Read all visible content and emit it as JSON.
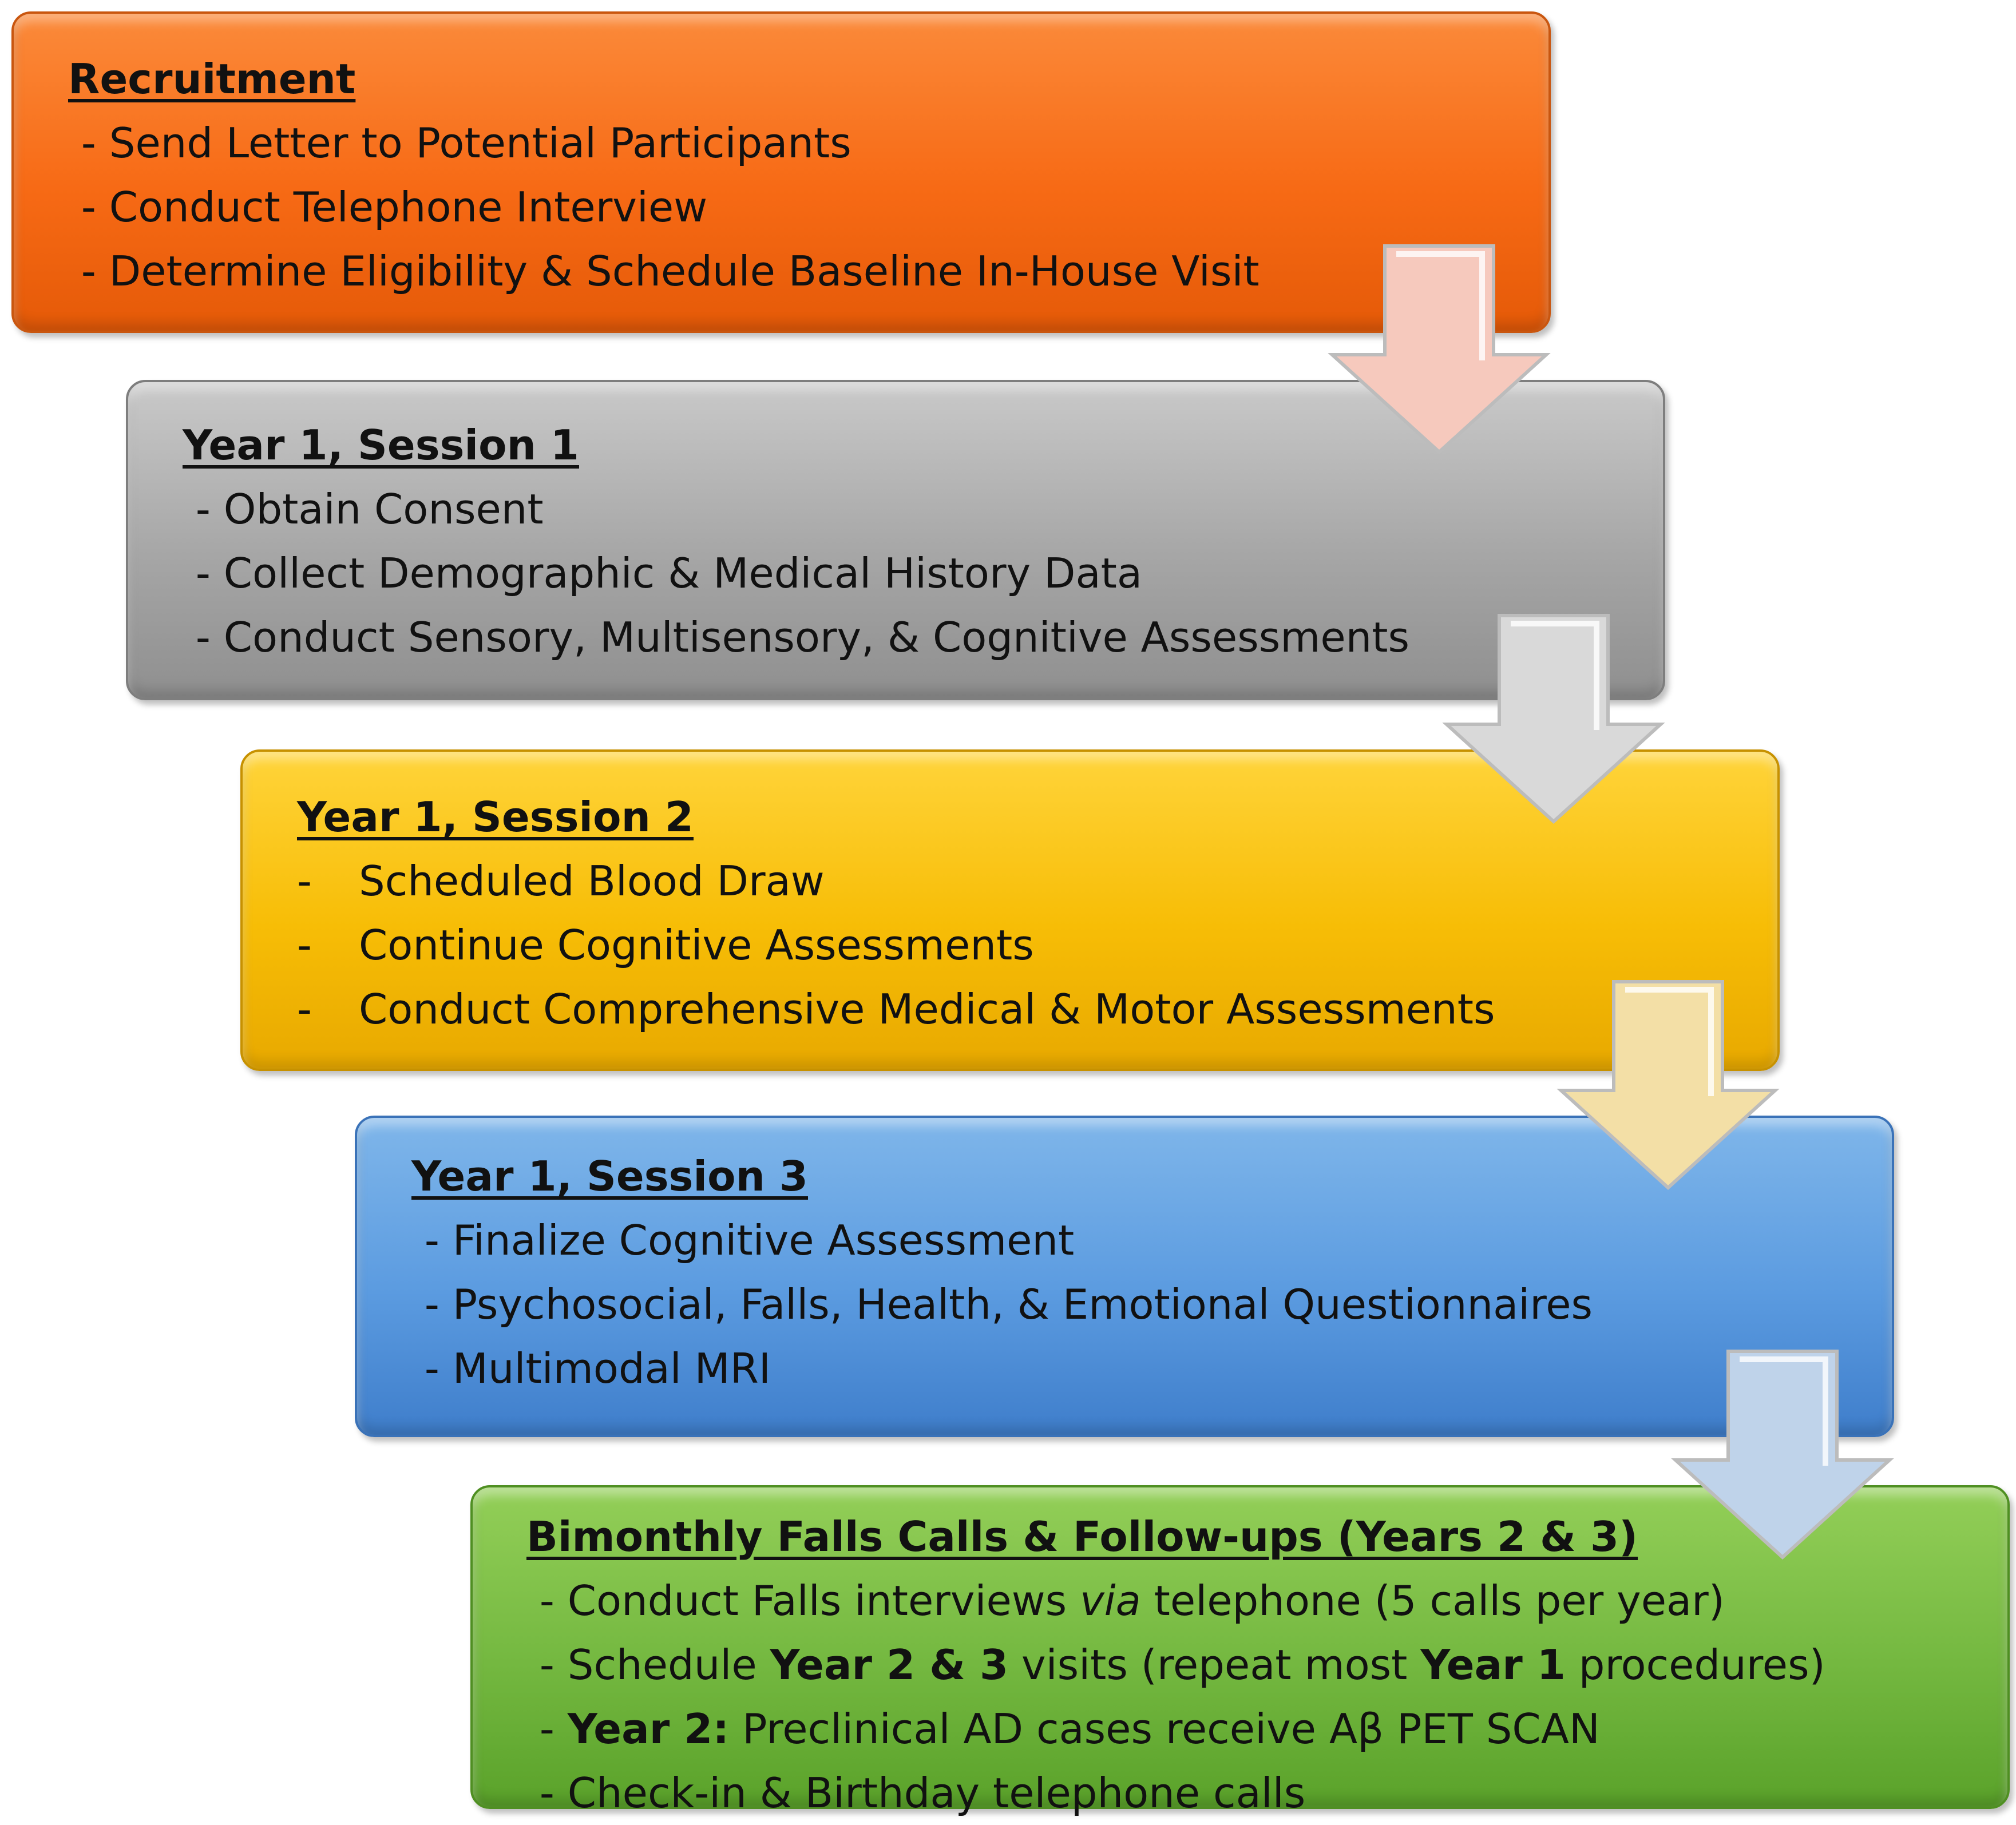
{
  "steps": [
    {
      "title": "Recruitment",
      "items": [
        {
          "dash": " - ",
          "parts": [
            {
              "t": "Send Letter to Potential Participants"
            }
          ]
        },
        {
          "dash": " - ",
          "parts": [
            {
              "t": "Conduct Telephone Interview"
            }
          ]
        },
        {
          "dash": " - ",
          "parts": [
            {
              "t": "Determine Eligibility & Schedule Baseline In-House Visit"
            }
          ]
        }
      ]
    },
    {
      "title": "Year 1, Session 1",
      "items": [
        {
          "dash": " - ",
          "parts": [
            {
              "t": "Obtain Consent"
            }
          ]
        },
        {
          "dash": " - ",
          "parts": [
            {
              "t": "Collect Demographic & Medical History Data"
            }
          ]
        },
        {
          "dash": " - ",
          "parts": [
            {
              "t": "Conduct Sensory, Multisensory, & Cognitive Assessments"
            }
          ]
        }
      ]
    },
    {
      "title": "Year 1, Session 2",
      "items": [
        {
          "dash": "-",
          "parts": [
            {
              "t": "Scheduled Blood Draw"
            }
          ]
        },
        {
          "dash": "-",
          "parts": [
            {
              "t": "Continue Cognitive Assessments"
            }
          ]
        },
        {
          "dash": "-",
          "parts": [
            {
              "t": "Conduct Comprehensive Medical & Motor Assessments"
            }
          ]
        }
      ]
    },
    {
      "title": "Year 1, Session 3",
      "items": [
        {
          "dash": " - ",
          "parts": [
            {
              "t": "Finalize Cognitive Assessment"
            }
          ]
        },
        {
          "dash": " - ",
          "parts": [
            {
              "t": "Psychosocial, Falls, Health, & Emotional Questionnaires"
            }
          ]
        },
        {
          "dash": " - ",
          "parts": [
            {
              "t": "Multimodal MRI"
            }
          ]
        }
      ]
    },
    {
      "title": "Bimonthly Falls Calls & Follow-ups (Years 2 & 3)",
      "items": [
        {
          "dash": " - ",
          "parts": [
            {
              "t": "Conduct Falls interviews "
            },
            {
              "t": "via",
              "s": "i"
            },
            {
              "t": " telephone (5 calls per year)"
            }
          ]
        },
        {
          "dash": " - ",
          "parts": [
            {
              "t": "Schedule "
            },
            {
              "t": "Year 2 & 3",
              "s": "b"
            },
            {
              "t": " visits (repeat most "
            },
            {
              "t": "Year 1",
              "s": "b"
            },
            {
              "t": " procedures)"
            }
          ]
        },
        {
          "dash": " - ",
          "parts": [
            {
              "t": "Year 2:",
              "s": "b"
            },
            {
              "t": " Preclinical AD cases receive Aβ PET SCAN"
            }
          ]
        },
        {
          "dash": " - ",
          "parts": [
            {
              "t": "Check-in & Birthday telephone calls"
            }
          ]
        }
      ]
    }
  ],
  "colors": {
    "recruitment": "#f76a15",
    "session1": "#a6a6a6",
    "session2": "#f7bd06",
    "session3": "#5b9be0",
    "followups": "#74b840",
    "arrow_fills": [
      "#f6c9bd",
      "#d9d9d9",
      "#f3dfa6",
      "#bfd3ea"
    ]
  }
}
